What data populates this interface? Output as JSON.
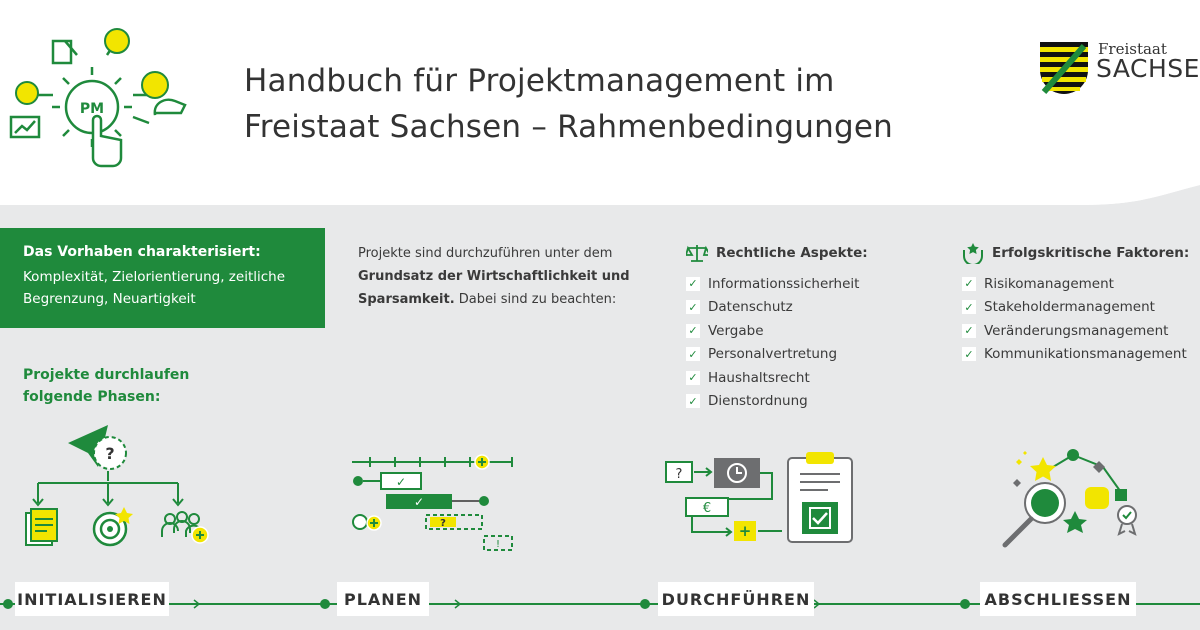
{
  "header": {
    "title_line1": "Handbuch für Projektmanagement im",
    "title_line2": "Freistaat Sachsen – Rahmenbedingungen",
    "pm_badge": "PM",
    "logo_top": "Freistaat",
    "logo_bottom": "SACHSEN"
  },
  "intro_box": {
    "title": "Das Vorhaben charakterisiert:",
    "body": "Komplexität, Zielorientierung, zeitliche Begrenzung, Neuartigkeit"
  },
  "phases_intro": {
    "line1": "Projekte durchlaufen",
    "line2": "folgende Phasen:"
  },
  "principle": {
    "pre": "Projekte sind durchzuführen unter dem",
    "bold": "Grundsatz der Wirtschaftlichkeit und Sparsamkeit.",
    "post": " Dabei sind zu beachten:"
  },
  "legal": {
    "heading": "Rechtliche Aspekte:",
    "items": [
      "Informationssicherheit",
      "Datenschutz",
      "Vergabe",
      "Personalvertretung",
      "Haushaltsrecht",
      "Dienstordnung"
    ]
  },
  "success": {
    "heading": "Erfolgskritische Faktoren:",
    "items": [
      "Risikomanagement",
      "Stakeholdermanagement",
      "Veränderungsmanagement",
      "Kommunikationsmanagement"
    ]
  },
  "phases": [
    "INITIALISIEREN",
    "PLANEN",
    "DURCHFÜHREN",
    "ABSCHLIESSEN"
  ],
  "icon_glyphs": {
    "question": "?",
    "check": "✓",
    "euro": "€",
    "plus": "+"
  },
  "icons": [
    "pm-gear-icon",
    "lightbulb-icon",
    "pie-chart-icon",
    "chart-icon",
    "scale-icon",
    "person-star-icon",
    "paper-plane-icon",
    "target-icon",
    "team-icon",
    "gantt-icon",
    "clipboard-icon",
    "magnifier-icon"
  ],
  "colors": {
    "green": "#1f8a3c",
    "yellow": "#f2e500",
    "background": "#e8e9ea",
    "white": "#ffffff",
    "grey": "#6d6e70"
  }
}
